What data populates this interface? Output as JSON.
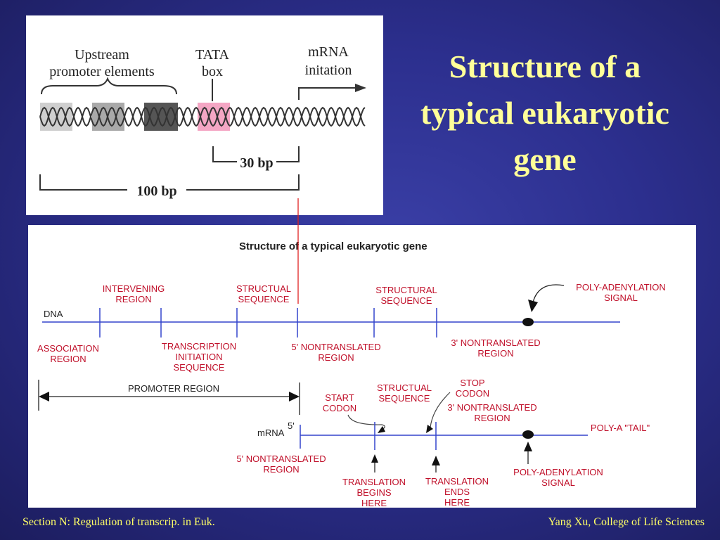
{
  "slide": {
    "title": "Structure of a\ntypical eukaryotic\ngene",
    "footer_left": "Section N: Regulation of transcrip. in Euk.",
    "footer_right": "Yang Xu, College of Life Sciences"
  },
  "top_diagram": {
    "upstream_label_1": "Upstream",
    "upstream_label_2": "promoter elements",
    "tata_label_1": "TATA",
    "tata_label_2": "box",
    "mrna_label_1": "mRNA",
    "mrna_label_2": "initation",
    "bp30": "30 bp",
    "bp100": "100 bp",
    "colors": {
      "tata": "#f4a6c4",
      "light_box": "#cfcfcf",
      "mid_box": "#a9a9a9",
      "dark_box": "#555555"
    }
  },
  "main_diagram": {
    "title": "Structure of a typical eukaryotic gene",
    "dna_label": "DNA",
    "labels": {
      "intervening_1": "INTERVENING",
      "intervening_2": "REGION",
      "structual_1": "STRUCTUAL",
      "structual_2": "SEQUENCE",
      "structural_1": "STRUCTURAL",
      "structural_2": "SEQUENCE",
      "polyadenylation_top_1": "POLY-ADENYLATION",
      "polyadenylation_top_2": "SIGNAL",
      "association_1": "ASSOCIATION",
      "association_2": "REGION",
      "transcription_1": "TRANSCRIPTION",
      "transcription_2": "INITIATION",
      "transcription_3": "SEQUENCE",
      "five_nontrans_1": "5' NONTRANSLATED",
      "five_nontrans_2": "REGION",
      "three_nontrans_1": "3' NONTRANSLATED",
      "three_nontrans_2": "REGION",
      "promoter_region": "PROMOTER REGION",
      "start_codon_1": "START",
      "start_codon_2": "CODON",
      "mrna_structual_1": "STRUCTUAL",
      "mrna_structual_2": "SEQUENCE",
      "stop_codon_1": "STOP",
      "stop_codon_2": "CODON",
      "mrna_three_nontrans_1": "3' NONTRANSLATED",
      "mrna_three_nontrans_2": "REGION",
      "mrna_label": "mRNA",
      "five_prime": "5'",
      "poly_a_tail": "POLY-A \"TAIL\"",
      "mrna_five_nontrans_1": "5' NONTRANSLATED",
      "mrna_five_nontrans_2": "REGION",
      "translation_begins_1": "TRANSLATION",
      "translation_begins_2": "BEGINS",
      "translation_begins_3": "HERE",
      "translation_ends_1": "TRANSLATION",
      "translation_ends_2": "ENDS",
      "translation_ends_3": "HERE",
      "polyadenylation_bottom_1": "POLY-ADENYLATION",
      "polyadenylation_bottom_2": "SIGNAL"
    },
    "colors": {
      "line": "#3344cc",
      "label": "#c0102a",
      "connector": "#e02020"
    }
  }
}
